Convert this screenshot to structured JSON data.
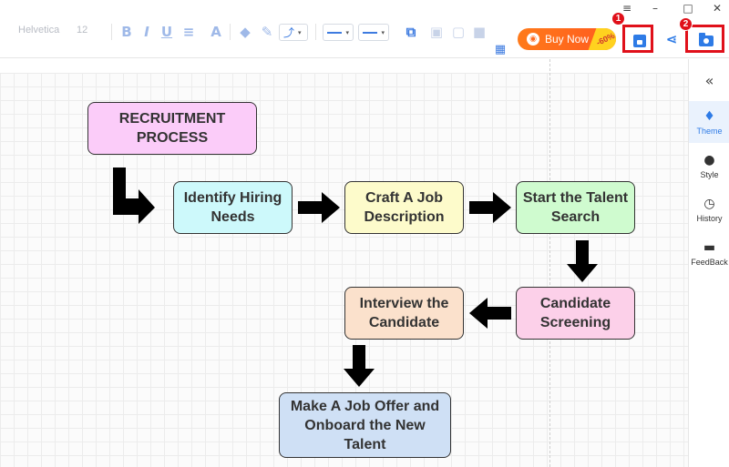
{
  "toolbar": {
    "font_family": "Helvetica",
    "font_size": "12",
    "buy_now": "Buy Now",
    "discount": "-60%"
  },
  "annotations": {
    "step1": "1",
    "step2": "2"
  },
  "flowchart": {
    "title": "RECRUITMENT\nPROCESS",
    "steps": [
      "Identify Hiring\nNeeds",
      "Craft A Job\nDescription",
      "Start the Talent\nSearch",
      "Candidate\nScreening",
      "Interview the\nCandidate",
      "Make A Job Offer and\nOnboard the New\nTalent"
    ]
  },
  "panel": {
    "collapse_glyph": "«",
    "tabs": [
      {
        "label": "Theme",
        "icon": "tshirt-icon"
      },
      {
        "label": "Style",
        "icon": "palette-icon"
      },
      {
        "label": "History",
        "icon": "clock-icon"
      },
      {
        "label": "FeedBack",
        "icon": "chat-icon"
      }
    ]
  },
  "colors": {
    "accent": "#2e7be6",
    "highlight": "#e0101a",
    "title_fill": "#fbccf9",
    "step1_fill": "#cdf9fb",
    "step2_fill": "#fdfbcb",
    "step3_fill": "#cffbcf",
    "step4_fill": "#fcd0e9",
    "step5_fill": "#fbe1cc",
    "step6_fill": "#cfe0f5"
  }
}
